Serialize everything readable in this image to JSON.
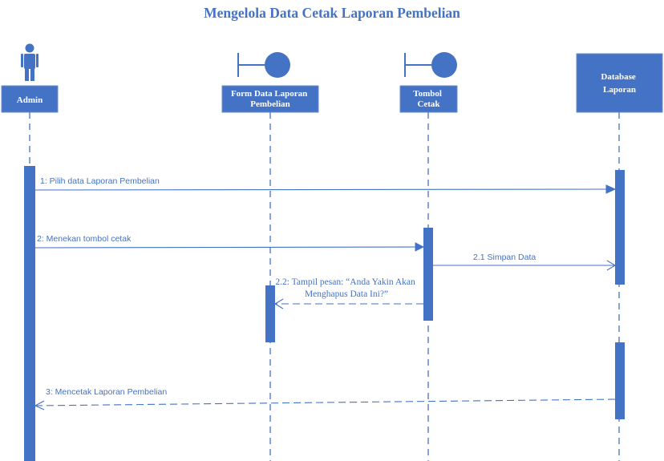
{
  "title": "Mengelola Data Cetak Laporan Pembelian",
  "colors": {
    "primary": "#4472C4",
    "label_on_box": "#ffffff"
  },
  "participants": [
    {
      "id": "admin",
      "icon": "actor-icon",
      "label_lines": [
        "Admin"
      ]
    },
    {
      "id": "form",
      "icon": "boundary-icon",
      "label_lines": [
        "Form Data Laporan",
        "Pembelian"
      ]
    },
    {
      "id": "tombol",
      "icon": "boundary-icon",
      "label_lines": [
        "Tombol",
        "Cetak"
      ]
    },
    {
      "id": "database",
      "icon": "",
      "label_lines": [
        "Database",
        "Laporan"
      ]
    }
  ],
  "messages": [
    {
      "from": "admin",
      "to": "database",
      "line": "solid",
      "arrow": "filled",
      "label_lines": [
        "1: Pilih data Laporan Pembelian"
      ]
    },
    {
      "from": "admin",
      "to": "tombol",
      "line": "solid",
      "arrow": "filled",
      "label_lines": [
        "2: Menekan tombol cetak"
      ]
    },
    {
      "from": "tombol",
      "to": "database",
      "line": "solid",
      "arrow": "open",
      "label_lines": [
        "2.1 Simpan Data"
      ]
    },
    {
      "from": "tombol",
      "to": "form",
      "line": "dashed",
      "arrow": "open",
      "label_lines": [
        "2.2: Tampil pesan: “Anda Yakin Akan",
        "Menghapus Data Ini?”"
      ]
    },
    {
      "from": "database",
      "to": "admin",
      "line": "dashed",
      "arrow": "open",
      "label_lines": [
        "3: Mencetak Laporan Pembelian"
      ]
    }
  ]
}
